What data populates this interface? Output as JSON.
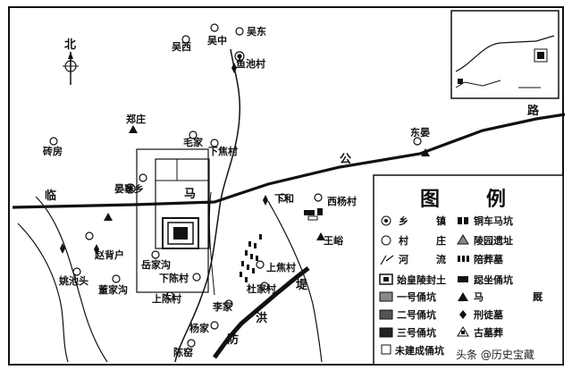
{
  "north_label": "北",
  "places": {
    "wuxi": "吴西",
    "wuzhong": "吴中",
    "wudong": "吴东",
    "yuchicun": "鱼池村",
    "zhengzhuang": "郑庄",
    "zhuanfang": "砖房",
    "maojia": "毛家",
    "xiajiaocun_n": "下焦村",
    "dongyan": "东晏",
    "yanzhaixiang": "晏寨乡",
    "xiahe": "下和",
    "xiyangcun": "西杨村",
    "wangyu": "王峪",
    "zhaobeihu": "赵背户",
    "yuejiagou": "岳家沟",
    "xiachencun": "下陈村",
    "shangjiaocun": "上焦村",
    "yaochitou": "姚池头",
    "dongjiagou": "董家沟",
    "shangchencun": "上陈村",
    "dujiacun": "杜家村",
    "lijia": "李家",
    "yangjia": "杨家",
    "chenyao": "陈窑"
  },
  "road_chars": [
    "临",
    "马",
    "公",
    "路"
  ],
  "levee_chars": [
    "堤",
    "洪",
    "防"
  ],
  "legend": {
    "title_1": "图",
    "title_2": "例",
    "items": [
      {
        "icon": "township-icon",
        "label_a": "乡",
        "label_b": "镇"
      },
      {
        "icon": "village-icon",
        "label_a": "村",
        "label_b": "庄"
      },
      {
        "icon": "river-icon",
        "label_a": "河",
        "label_b": "流"
      },
      {
        "icon": "tomb-mound-icon",
        "label": "始皇陵封土"
      },
      {
        "icon": "pit1-icon",
        "label": "一号俑坑"
      },
      {
        "icon": "pit2-icon",
        "label": "二号俑坑"
      },
      {
        "icon": "pit3-icon",
        "label": "三号俑坑"
      },
      {
        "icon": "unbuilt-pit-icon",
        "label": "未建成俑坑"
      },
      {
        "icon": "bronze-chariot-pit-icon",
        "label": "铜车马坑"
      },
      {
        "icon": "mausoleum-site-icon",
        "label": "陵园遗址"
      },
      {
        "icon": "burial-pit-icon",
        "label": "陪葬墓"
      },
      {
        "icon": "horse-figure-pit-icon",
        "label": "跽坐俑坑"
      },
      {
        "icon": "horse-stable-icon",
        "label_a": "马",
        "label_b": "厩"
      },
      {
        "icon": "convict-tomb-icon",
        "label": "刑徒墓"
      },
      {
        "icon": "ancient-tomb-icon",
        "label": "古墓葬"
      }
    ]
  },
  "watermark": "头条 @历史宝藏"
}
